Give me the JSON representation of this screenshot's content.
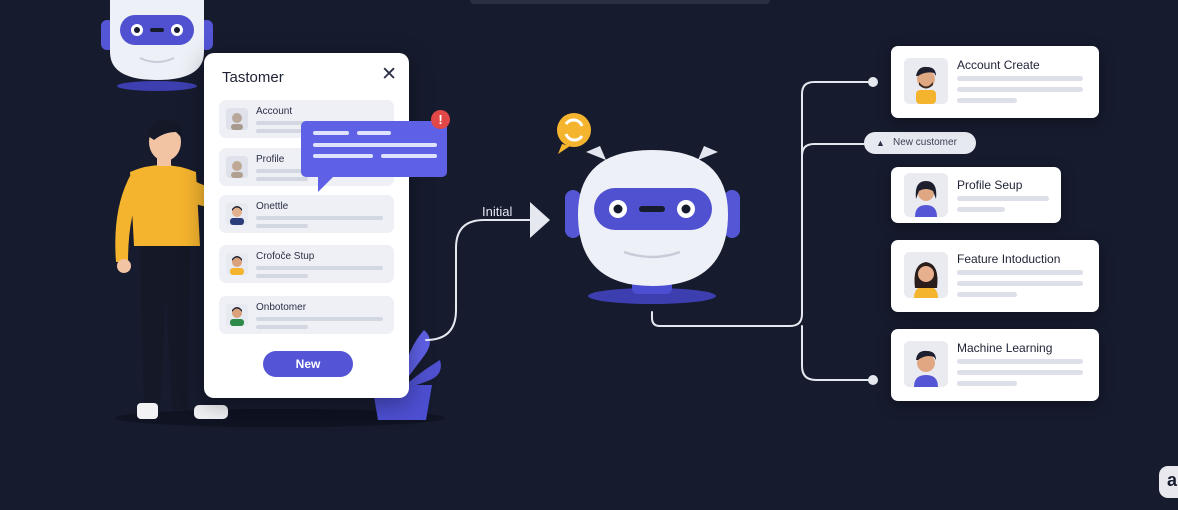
{
  "panel": {
    "title": "Tastomer",
    "close_glyph": "✕",
    "rows": [
      {
        "label": "Account"
      },
      {
        "label": "Profile"
      },
      {
        "label": "Onettle"
      },
      {
        "label": "Crofoče Stup"
      },
      {
        "label": "Onbotomer"
      }
    ],
    "new_button": "New"
  },
  "bubble": {
    "alert": "!"
  },
  "flow": {
    "initial_label": "Initial"
  },
  "pill": {
    "label": "New customer",
    "icon": "tag-icon"
  },
  "cards": [
    {
      "title": "Account Create"
    },
    {
      "title": "Profile Seup"
    },
    {
      "title": "Feature Intoduction"
    },
    {
      "title": "Machine Learning"
    }
  ],
  "corner": {
    "glyph": "a"
  },
  "colors": {
    "background": "#161b2e",
    "accent": "#5454d6",
    "bubble": "#5e60e6",
    "alert": "#e24848",
    "person_shirt": "#f5b42e",
    "connector": "#e6e8f0"
  }
}
